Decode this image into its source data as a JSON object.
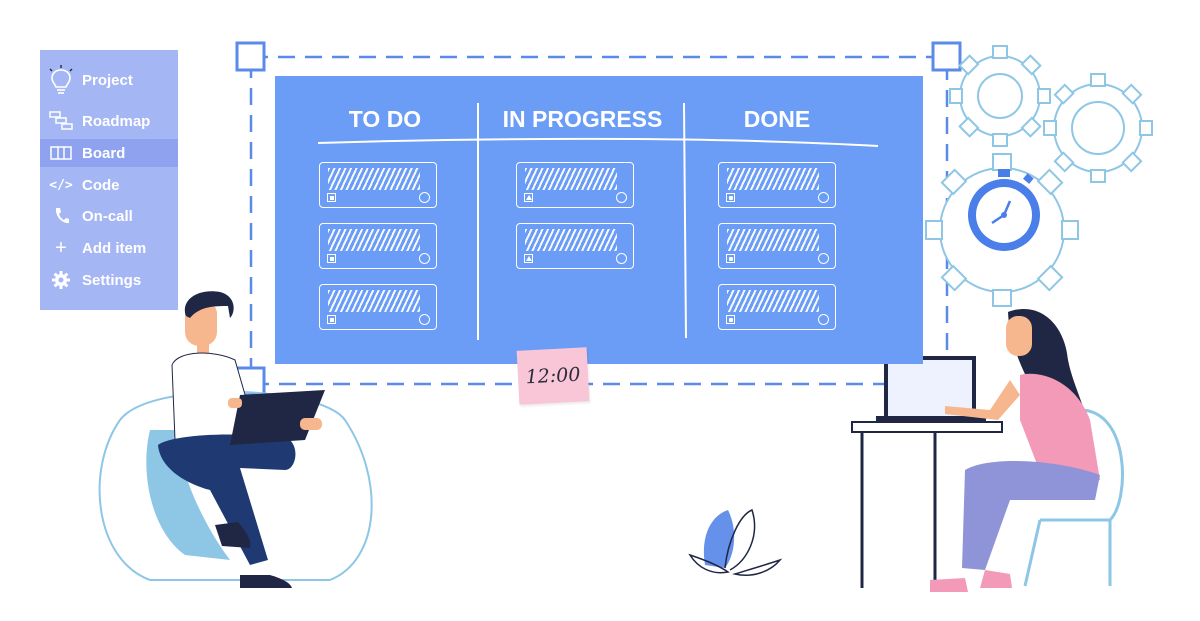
{
  "sidebar": {
    "items": [
      {
        "label": "Project",
        "icon": "lightbulb-icon"
      },
      {
        "label": "Roadmap",
        "icon": "roadmap-icon"
      },
      {
        "label": "Board",
        "icon": "board-icon",
        "active": true
      },
      {
        "label": "Code",
        "icon": "code-icon",
        "glyph": "</>"
      },
      {
        "label": "On-call",
        "icon": "phone-icon"
      },
      {
        "label": "Add item",
        "icon": "plus-icon",
        "glyph": "+"
      },
      {
        "label": "Settings",
        "icon": "gear-icon"
      }
    ]
  },
  "board": {
    "columns": [
      {
        "title": "TO DO",
        "cards": 3
      },
      {
        "title": "IN PROGRESS",
        "cards": 2
      },
      {
        "title": "DONE",
        "cards": 3
      }
    ]
  },
  "note": {
    "text": "12:00"
  },
  "colors": {
    "board": "#6b9cf6",
    "sidebar": "#a5b6f5",
    "dashed_frame": "#5b8be8",
    "gear_outline": "#8ec6e6",
    "note": "#f8c6d6"
  }
}
